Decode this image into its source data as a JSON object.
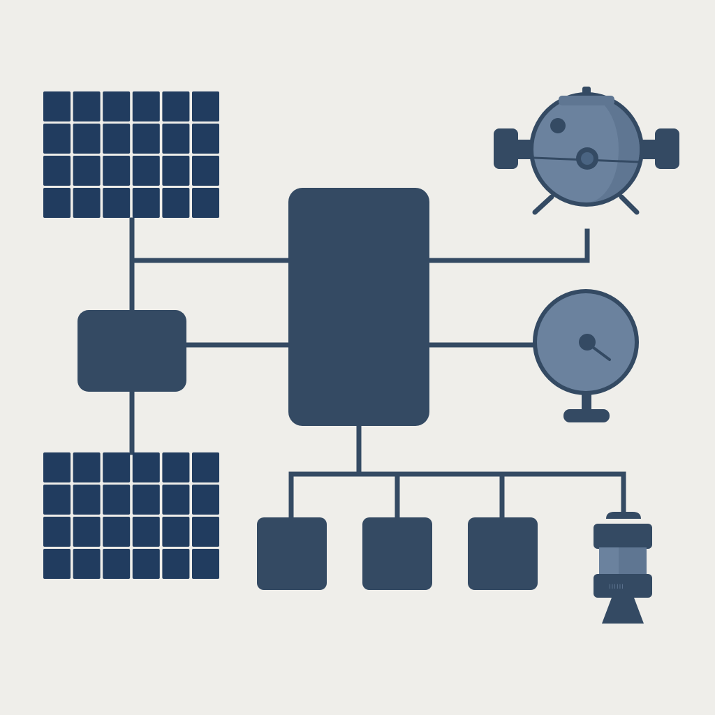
{
  "diagram": {
    "colors": {
      "background": "#efeeea",
      "primary": "#344a63",
      "panel": "#213c5f",
      "accent": "#6b829e",
      "accent_light": "#8498b1"
    },
    "nodes": [
      {
        "id": "solar-array-top",
        "kind": "solar-panel",
        "icon": "solar-panel-icon"
      },
      {
        "id": "solar-array-bottom",
        "kind": "solar-panel",
        "icon": "solar-panel-icon"
      },
      {
        "id": "power-controller",
        "kind": "block"
      },
      {
        "id": "central-hub",
        "kind": "block"
      },
      {
        "id": "satellite-module",
        "kind": "device",
        "icon": "satellite-icon"
      },
      {
        "id": "antenna-dish",
        "kind": "device",
        "icon": "antenna-dish-icon"
      },
      {
        "id": "storage-unit-1",
        "kind": "block"
      },
      {
        "id": "storage-unit-2",
        "kind": "block"
      },
      {
        "id": "storage-unit-3",
        "kind": "block"
      },
      {
        "id": "thruster",
        "kind": "device",
        "icon": "thruster-icon"
      }
    ],
    "edges": [
      {
        "from": "solar-array-top",
        "to": "power-controller"
      },
      {
        "from": "solar-array-top",
        "to": "central-hub"
      },
      {
        "from": "power-controller",
        "to": "central-hub"
      },
      {
        "from": "solar-array-bottom",
        "to": "power-controller"
      },
      {
        "from": "central-hub",
        "to": "satellite-module"
      },
      {
        "from": "central-hub",
        "to": "antenna-dish"
      },
      {
        "from": "central-hub",
        "to": "storage-unit-1"
      },
      {
        "from": "central-hub",
        "to": "storage-unit-2"
      },
      {
        "from": "central-hub",
        "to": "storage-unit-3"
      },
      {
        "from": "central-hub",
        "to": "thruster"
      }
    ]
  }
}
